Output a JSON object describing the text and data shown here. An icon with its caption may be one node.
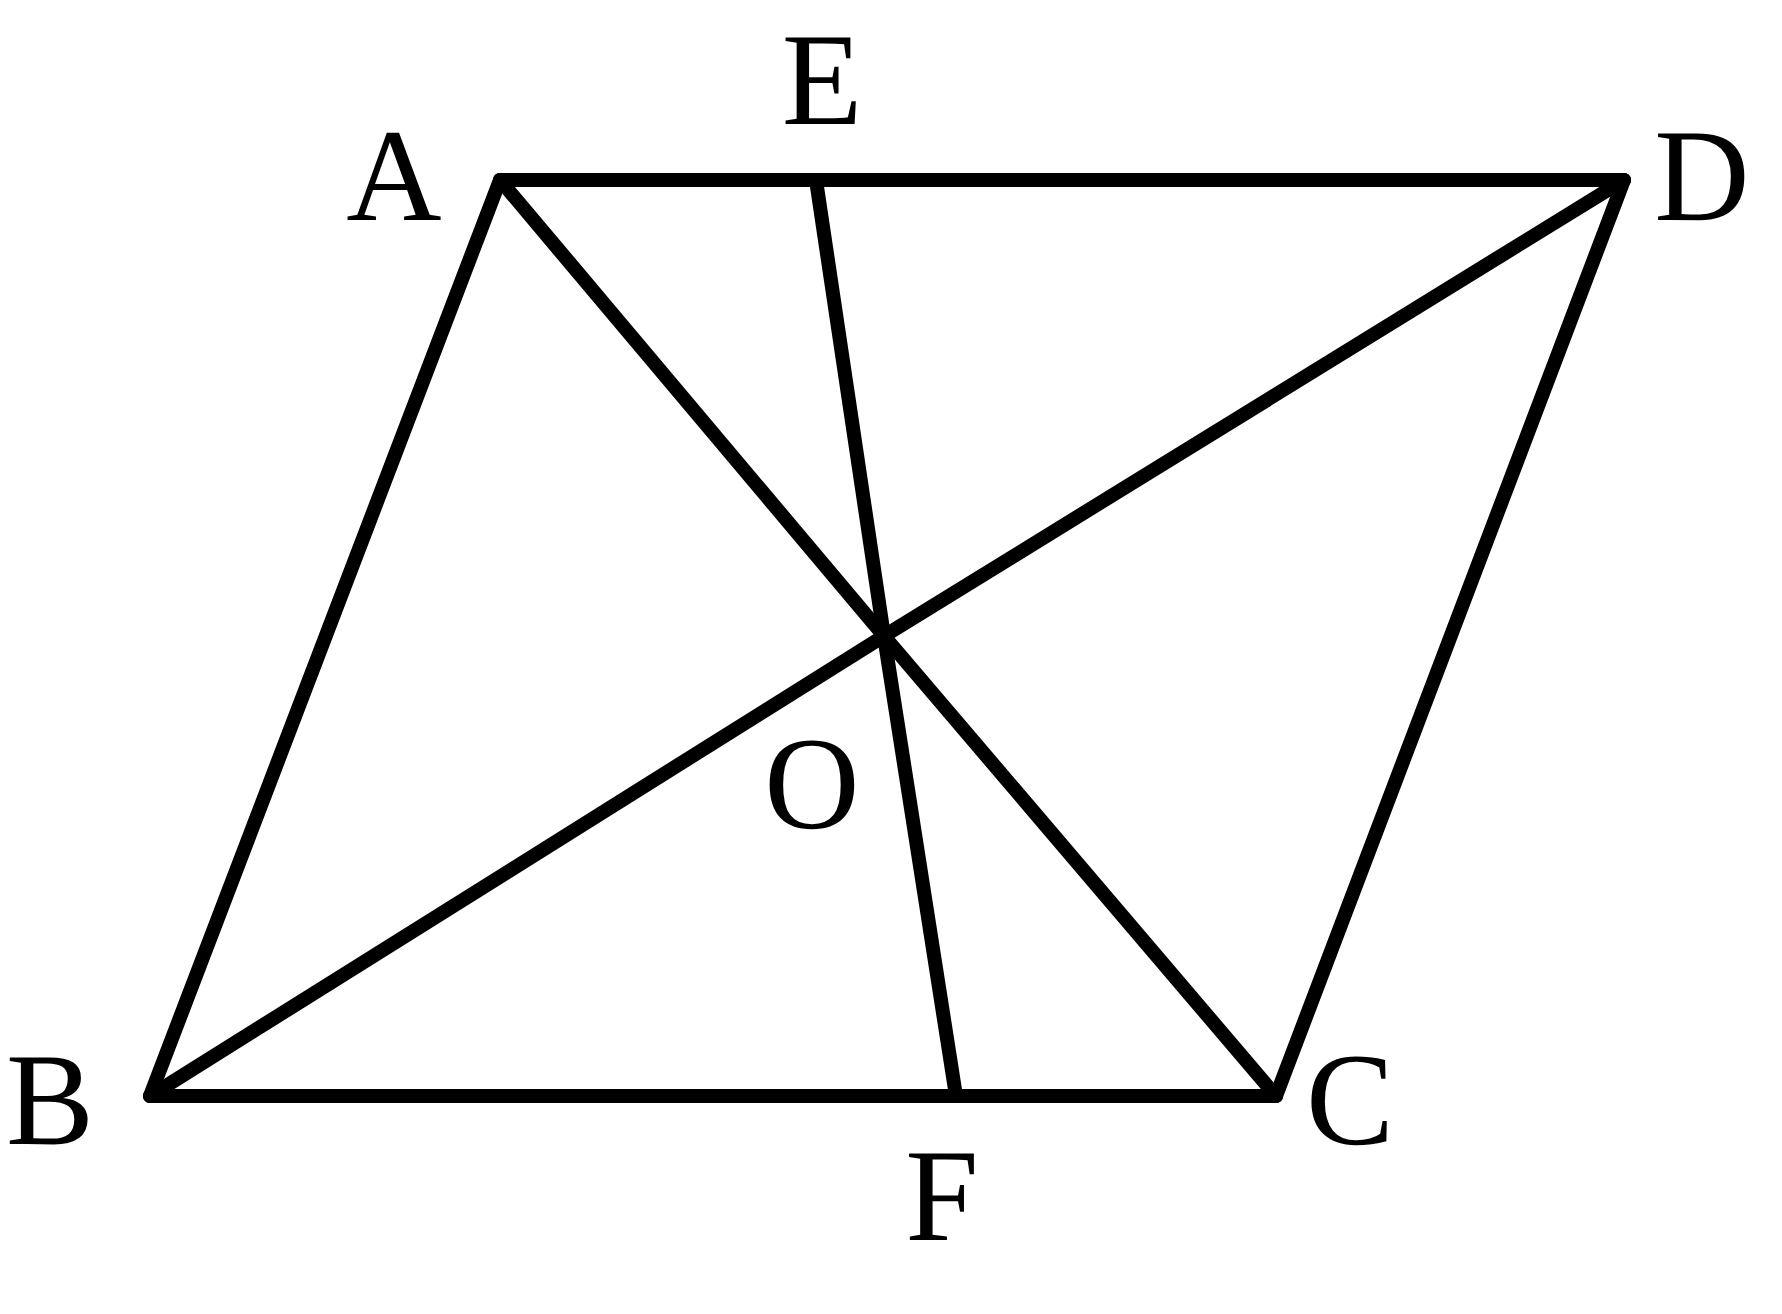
{
  "diagram": {
    "nodes": [
      {
        "text": [
          "A"
        ]
      },
      {
        "text": [
          "E"
        ]
      },
      {
        "text": [
          "D"
        ]
      },
      {
        "text": [
          "O"
        ]
      },
      {
        "text": [
          "B"
        ]
      },
      {
        "text": [
          "F"
        ]
      },
      {
        "text": [
          "C"
        ]
      }
    ],
    "edges": [
      {
        "from": 0,
        "to": 1,
        "arrow": "none"
      },
      {
        "from": 1,
        "to": 2,
        "arrow": "none"
      },
      {
        "from": 0,
        "to": 4,
        "arrow": "none"
      },
      {
        "from": 2,
        "to": 6,
        "arrow": "none"
      },
      {
        "from": 4,
        "to": 5,
        "arrow": "none"
      },
      {
        "from": 5,
        "to": 6,
        "arrow": "none"
      },
      {
        "from": 0,
        "to": 3,
        "arrow": "none"
      },
      {
        "from": 3,
        "to": 6,
        "arrow": "none"
      },
      {
        "from": 4,
        "to": 3,
        "arrow": "none"
      },
      {
        "from": 3,
        "to": 2,
        "arrow": "none"
      },
      {
        "from": 1,
        "to": 3,
        "arrow": "none"
      },
      {
        "from": 3,
        "to": 5,
        "arrow": "none"
      }
    ]
  }
}
